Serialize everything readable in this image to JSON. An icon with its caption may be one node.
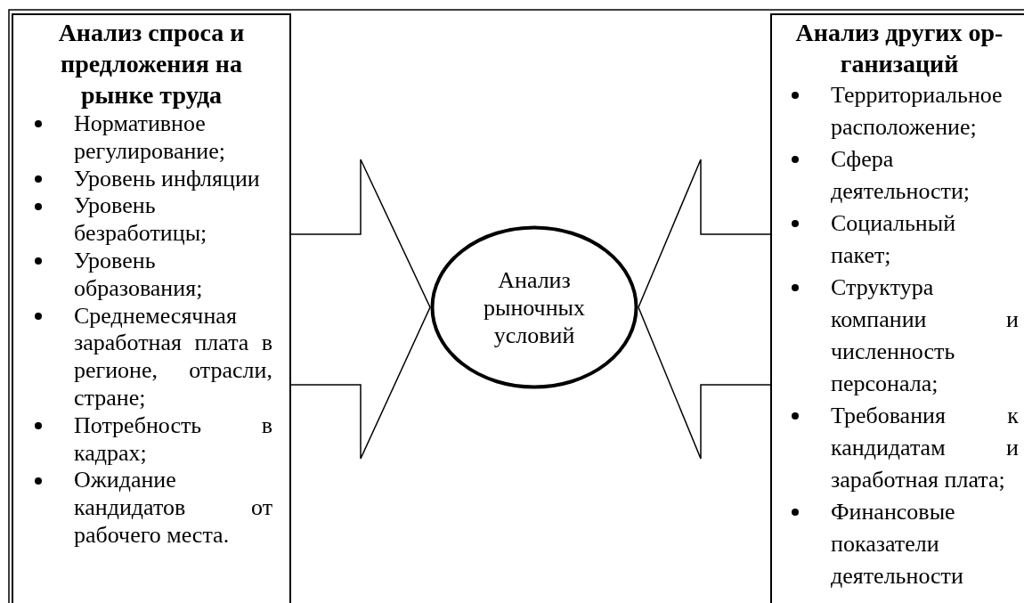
{
  "diagram": {
    "nodes": [
      {
        "text": [
          "Анализ спроса и предложения на рынке труда",
          "Нормативное регулирование;",
          "Уровень инфляции",
          "Уровень безработицы;",
          "Уровень образования;",
          "Среднемесячная заработная плата в регионе, отрасли, стране;",
          "Потребность в кадрах;",
          "Ожидание кандидатов от рабочего места."
        ]
      },
      {
        "text": [
          "Анализ рыночных условий"
        ]
      },
      {
        "text": [
          "Анализ других ор-ганизаций",
          "Территориальное расположение;",
          "Сфера деятельности;",
          "Социальный пакет;",
          "Структура компании и численность персонала;",
          "Требования к кандидатам и заработная плата;",
          "Финансовые показатели деятельности"
        ]
      }
    ],
    "edges": [
      {
        "from": 0,
        "to": 1,
        "arrow": "to"
      },
      {
        "from": 2,
        "to": 1,
        "arrow": "to"
      }
    ]
  }
}
